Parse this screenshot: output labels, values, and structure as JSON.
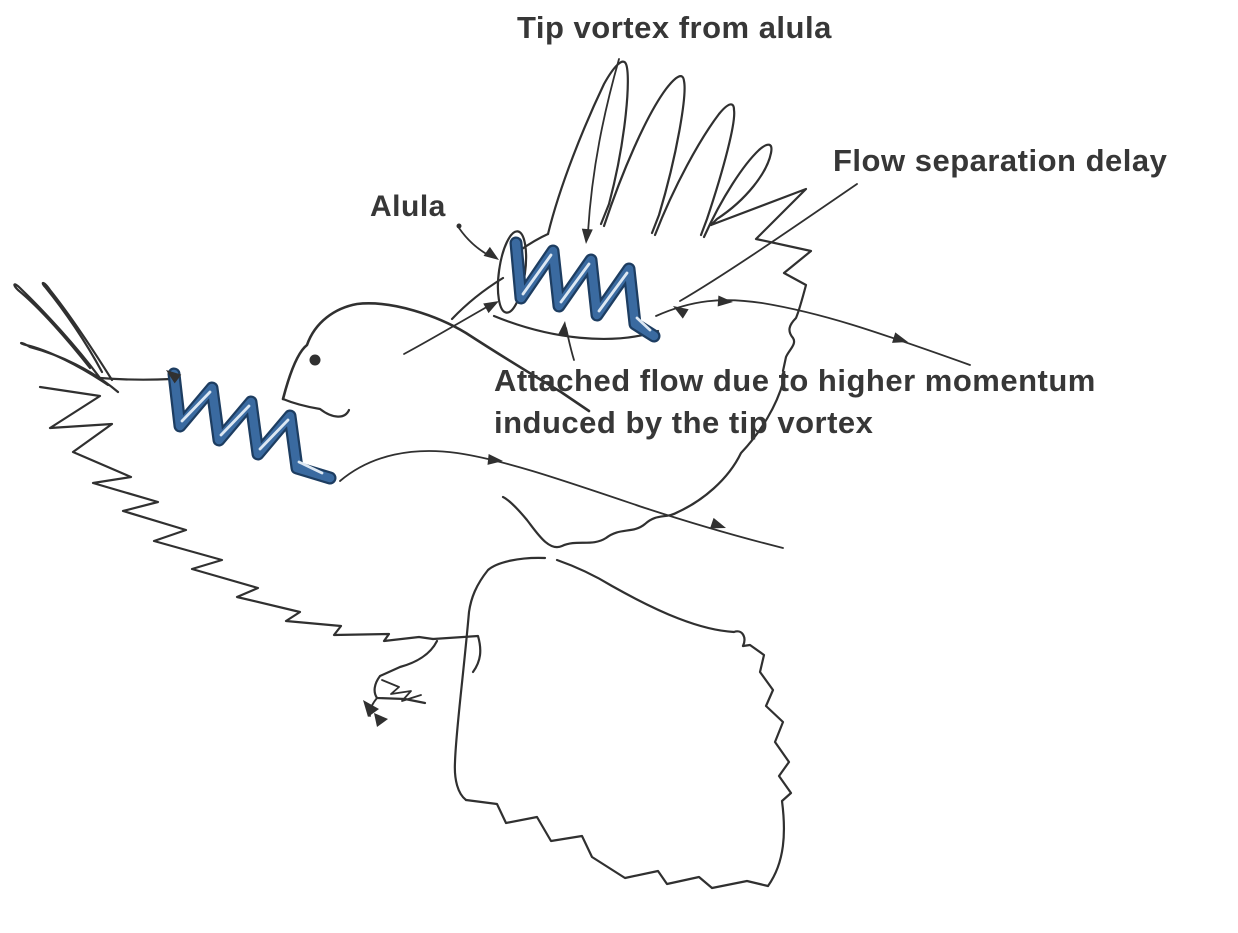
{
  "figure": {
    "colors": {
      "background": "#ffffff",
      "ink": "#303030",
      "text": "#373737",
      "vortex": "#3a6aa0",
      "vortex_edge": "#1d3d61",
      "vortex_hi": "#dde8f3"
    },
    "labels": {
      "tip_vortex": "Tip vortex from alula",
      "alula": "Alula",
      "flow_separation": "Flow separation delay",
      "attached_flow_line1": "Attached flow due to higher momentum",
      "attached_flow_line2": "induced by the tip vortex"
    }
  }
}
